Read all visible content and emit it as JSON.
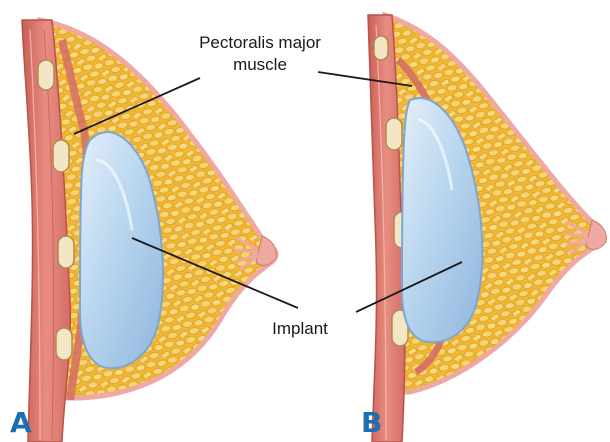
{
  "labels": {
    "muscle_line1": "Pectoralis major",
    "muscle_line2": "muscle",
    "implant": "Implant"
  },
  "panels": [
    "A",
    "B"
  ],
  "colors": {
    "fat": "#f2b632",
    "fat_lobule": "#f6d576",
    "fat_outline": "#d99a1e",
    "muscle": "#e4837a",
    "muscle_dark": "#c25b52",
    "skin": "#f0a9a2",
    "implant_fill": "#b9d6ef",
    "implant_edge": "#7fa6cf",
    "rib": "#f2e6c4",
    "panel_letter": "#1b6fb0"
  }
}
